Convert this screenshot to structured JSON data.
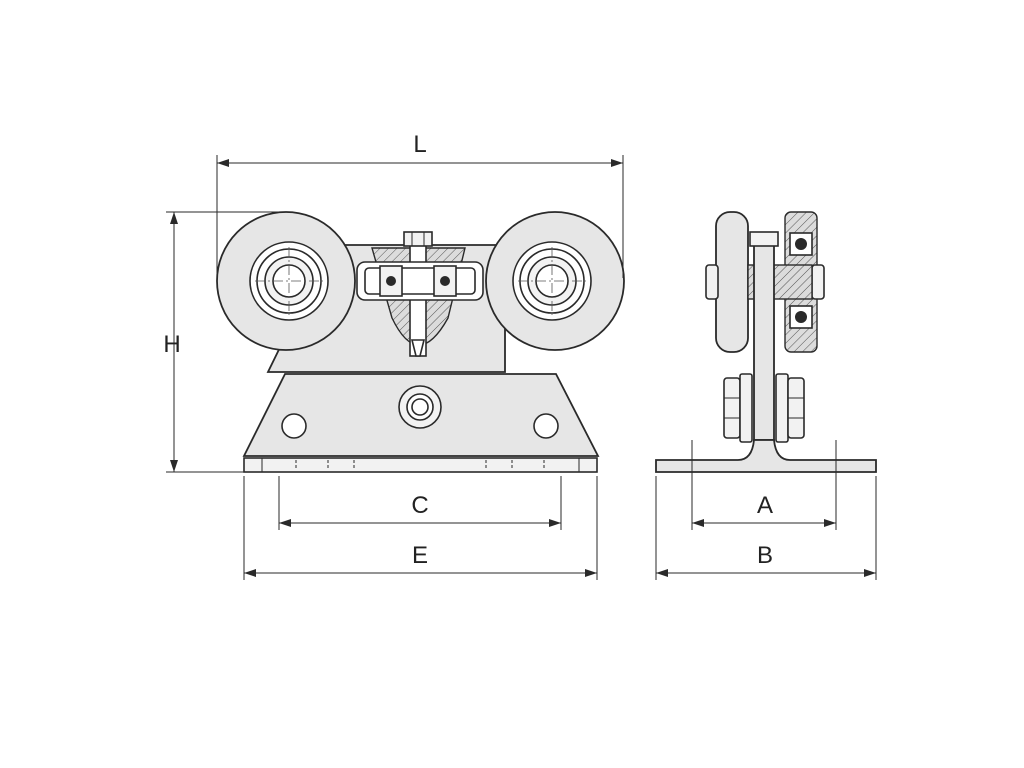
{
  "drawing": {
    "dimensions": {
      "L": "L",
      "H": "H",
      "C": "C",
      "E": "E",
      "A": "A",
      "B": "B"
    },
    "colors": {
      "line": "#2a2a2a",
      "fill": "#e6e6e6",
      "background": "#ffffff"
    }
  }
}
